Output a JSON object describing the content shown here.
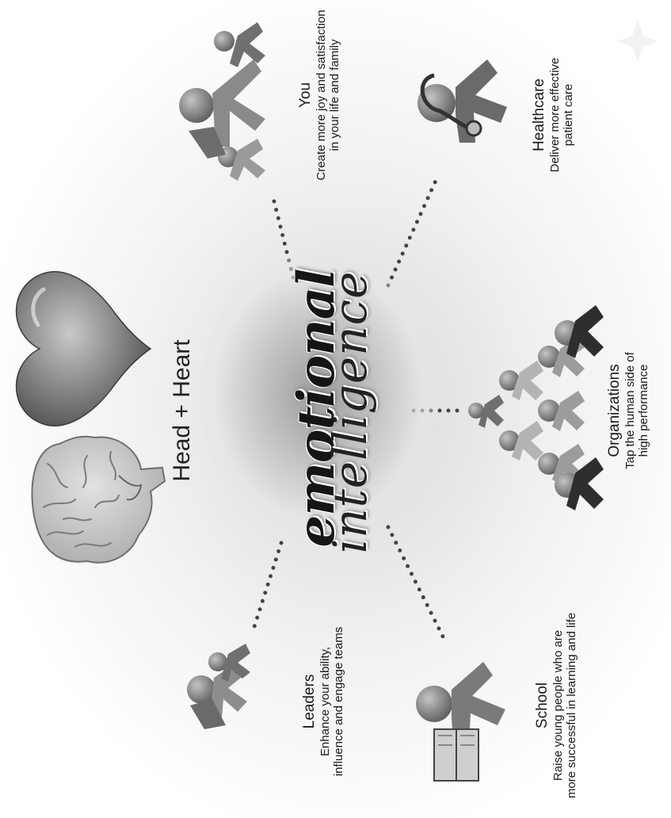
{
  "center": {
    "line1": "emotional",
    "line2": "intelligence"
  },
  "top": {
    "title": "Head + Heart"
  },
  "nodes": [
    {
      "id": "you",
      "title": "You",
      "desc_line1": "Create more joy and satisfaction",
      "desc_line2": "in your life and family"
    },
    {
      "id": "healthcare",
      "title": "Healthcare",
      "desc_line1": "Deliver more effective",
      "desc_line2": "patient care"
    },
    {
      "id": "organizations",
      "title": "Organizations",
      "desc_line1": "Tap the human side of",
      "desc_line2": "high performance"
    },
    {
      "id": "leaders",
      "title": "Leaders",
      "desc_line1": "Enhance your ability,",
      "desc_line2": "influence and engage teams"
    },
    {
      "id": "school",
      "title": "School",
      "desc_line1": "Raise young people who are",
      "desc_line2": "more successful in learning and life"
    }
  ],
  "icons": [
    "brain-icon",
    "heart-icon",
    "people-icon",
    "doctor-stethoscope-icon",
    "people-pyramid-icon",
    "leader-group-icon",
    "student-book-icon"
  ],
  "colors": {
    "background": "#ffffff",
    "figure_dark": "#555555",
    "figure_mid": "#888888",
    "figure_light": "#b5b5b5",
    "text": "#1a1a1a"
  }
}
